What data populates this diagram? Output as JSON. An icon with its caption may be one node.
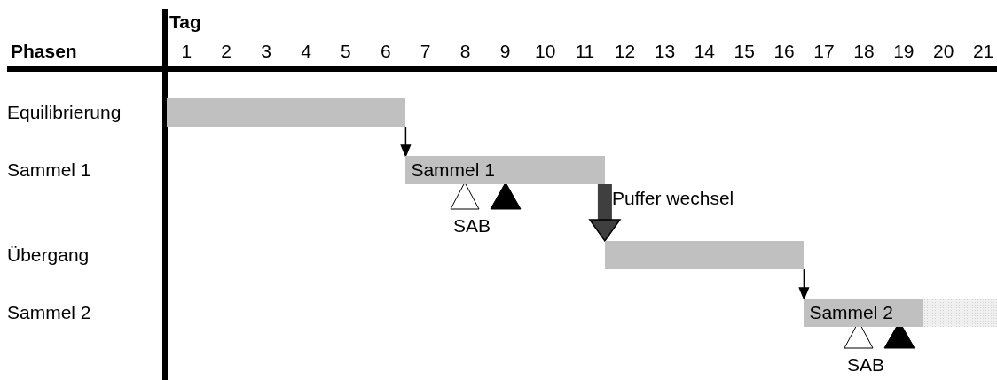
{
  "diagram": {
    "nodes": [
      {
        "text": [],
        "shape": "bar"
      },
      {
        "text": [
          "Sammel 1"
        ]
      },
      {
        "text": [],
        "shape": "bar"
      },
      {
        "text": [
          "Sammel 2"
        ]
      },
      {
        "text": [],
        "shape": "bar"
      }
    ],
    "edges": [
      {
        "from": 0,
        "to": 1,
        "arrow": "to"
      },
      {
        "from": 1,
        "to": 2,
        "arrow": "to",
        "label": "Puffer wechsel",
        "style": "thick",
        "color": "#3f3f3f"
      },
      {
        "from": 2,
        "to": 3,
        "arrow": "to"
      }
    ],
    "labels": [
      "Tag",
      "Phasen",
      "1",
      "2",
      "3",
      "4",
      "5",
      "6",
      "7",
      "8",
      "9",
      "10",
      "11",
      "12",
      "13",
      "14",
      "15",
      "16",
      "17",
      "18",
      "19",
      "20",
      "21",
      "Equilibrierung",
      "Sammel 1",
      "SAB",
      "Übergang",
      "Sammel 2",
      "SAB"
    ]
  }
}
